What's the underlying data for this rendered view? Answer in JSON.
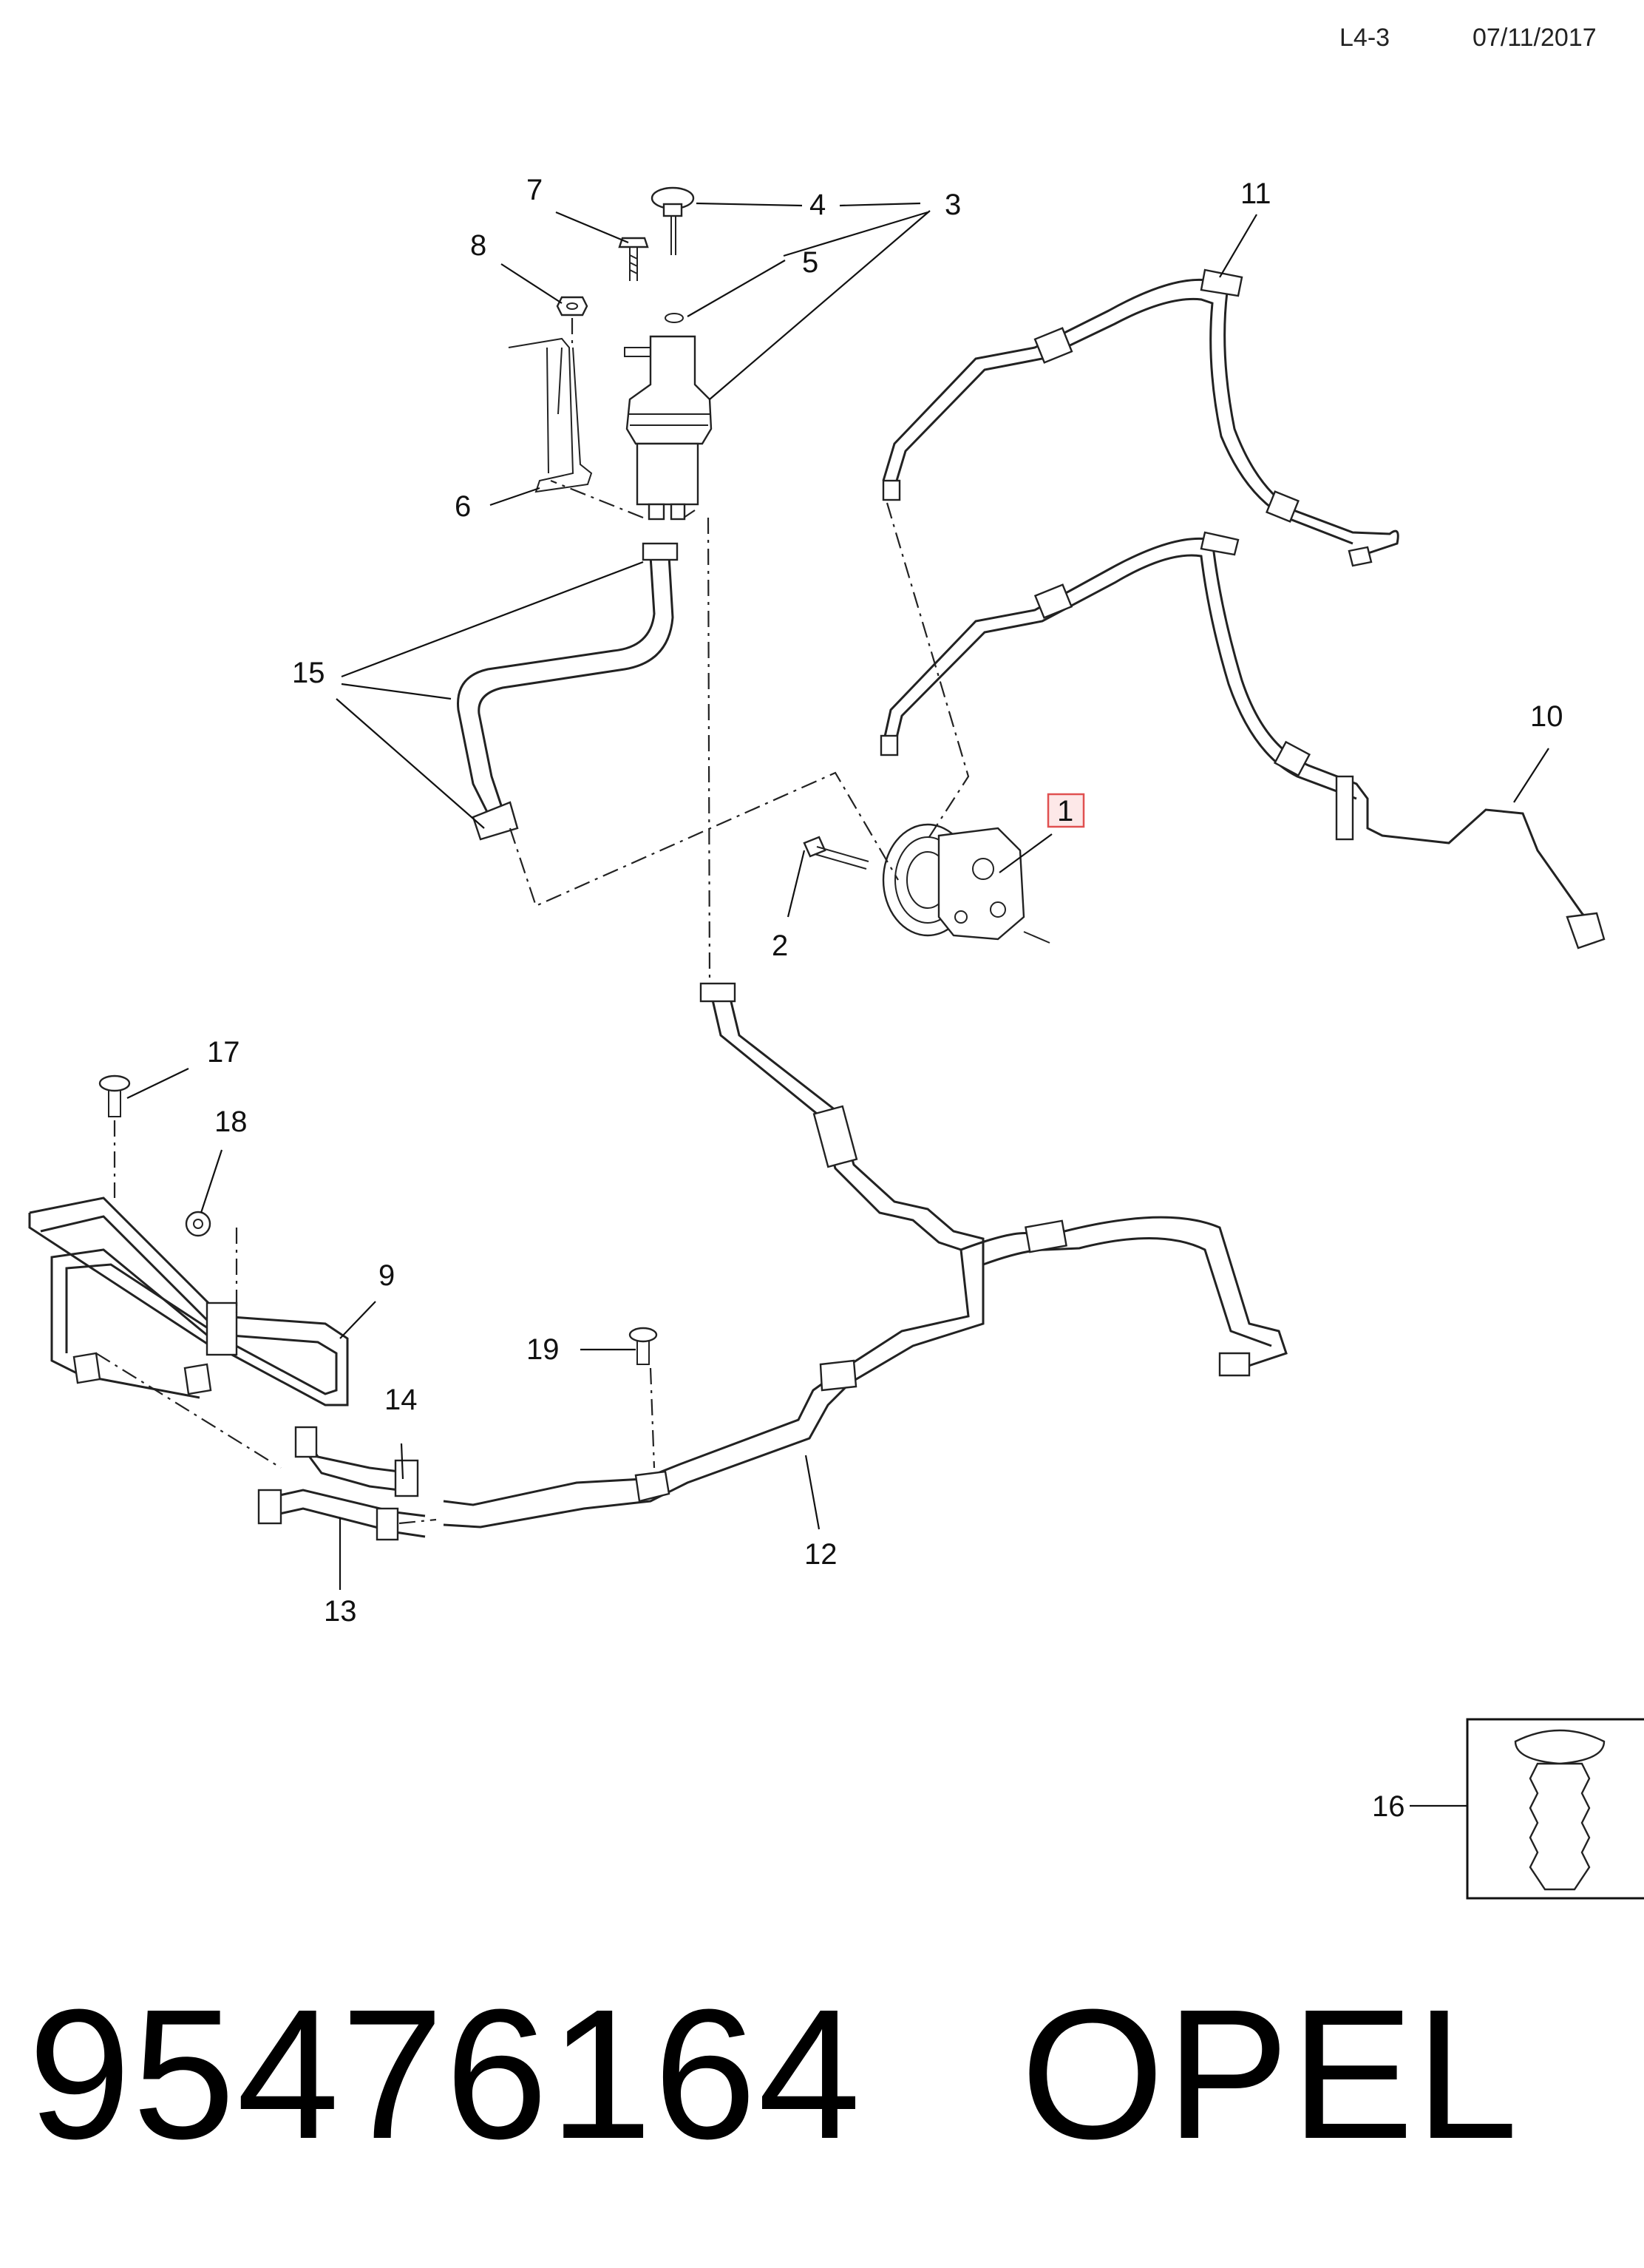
{
  "header": {
    "page_code": "L4-3",
    "date": "07/11/2017"
  },
  "callouts": [
    {
      "id": "c1",
      "label": "1",
      "highlighted": true
    },
    {
      "id": "c2",
      "label": "2"
    },
    {
      "id": "c3",
      "label": "3"
    },
    {
      "id": "c4",
      "label": "4"
    },
    {
      "id": "c5",
      "label": "5"
    },
    {
      "id": "c6",
      "label": "6"
    },
    {
      "id": "c7",
      "label": "7"
    },
    {
      "id": "c8",
      "label": "8"
    },
    {
      "id": "c9",
      "label": "9"
    },
    {
      "id": "c10",
      "label": "10"
    },
    {
      "id": "c11",
      "label": "11"
    },
    {
      "id": "c12",
      "label": "12"
    },
    {
      "id": "c13",
      "label": "13"
    },
    {
      "id": "c14",
      "label": "14"
    },
    {
      "id": "c15",
      "label": "15"
    },
    {
      "id": "c16",
      "label": "16"
    },
    {
      "id": "c17",
      "label": "17"
    },
    {
      "id": "c18",
      "label": "18"
    },
    {
      "id": "c19",
      "label": "19"
    }
  ],
  "footer": {
    "part_number_text": "95476164   OPEL"
  },
  "colors": {
    "highlight_border": "#e05050",
    "highlight_fill": "#fde8e8",
    "line": "#222222"
  }
}
